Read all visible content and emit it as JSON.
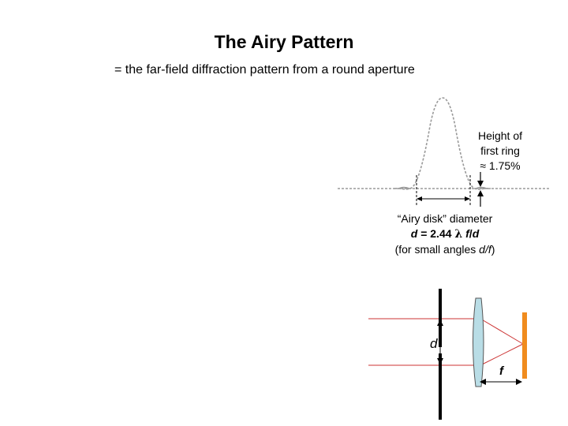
{
  "slide": {
    "title": "The Airy Pattern",
    "subtitle": "= the far-field diffraction pattern from a round aperture"
  },
  "annotations": {
    "first_ring": {
      "line1": "Height of",
      "line2": "first ring",
      "line3": "≈ 1.75%"
    },
    "airy_disk": {
      "line1": "“Airy disk” diameter",
      "formula_d": "d",
      "formula_eq": " = 2.44 ",
      "formula_lambda": "λ",
      "formula_f": " f",
      "formula_slash": "/",
      "formula_d2": "d",
      "line3_pre": "(for small angles ",
      "line3_var": "d/f",
      "line3_post": ")"
    }
  },
  "optics": {
    "aperture_label": "d",
    "focal_label": "f"
  },
  "colors": {
    "curve": "#999999",
    "rays": "#cc3333",
    "lens_fill": "#b9dde6",
    "screen": "#f08c1e",
    "aperture": "#000000"
  }
}
